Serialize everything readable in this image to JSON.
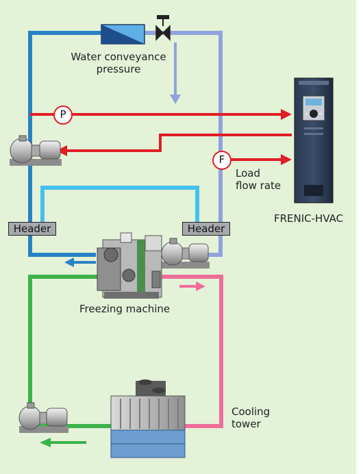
{
  "labels": {
    "water_conveyance_line1": "Water conveyance",
    "water_conveyance_line2": "pressure",
    "load_line1": "Load",
    "load_line2": "flow rate",
    "inverter": "FRENIC-HVAC",
    "header_left": "Header",
    "header_right": "Header",
    "freezing_machine": "Freezing machine",
    "cooling_line1": "Cooling",
    "cooling_line2": "tower"
  },
  "badges": {
    "pressure": "P",
    "flow": "F"
  },
  "colors": {
    "background": "#e4f2d8",
    "supply_pipe": "#2a82c4",
    "return_pipe": "#8fa3dc",
    "chilled_loop": "#44c1ee",
    "condenser_pipe": "#3bb24a",
    "hot_pipe": "#ee6e9a",
    "signal": "#e01e25",
    "header_fill": "#a7a9ac"
  },
  "icons": [
    "pump-icon",
    "valve-icon",
    "heat-exchanger-icon",
    "inverter-device",
    "chiller-icon",
    "cooling-tower-icon"
  ]
}
